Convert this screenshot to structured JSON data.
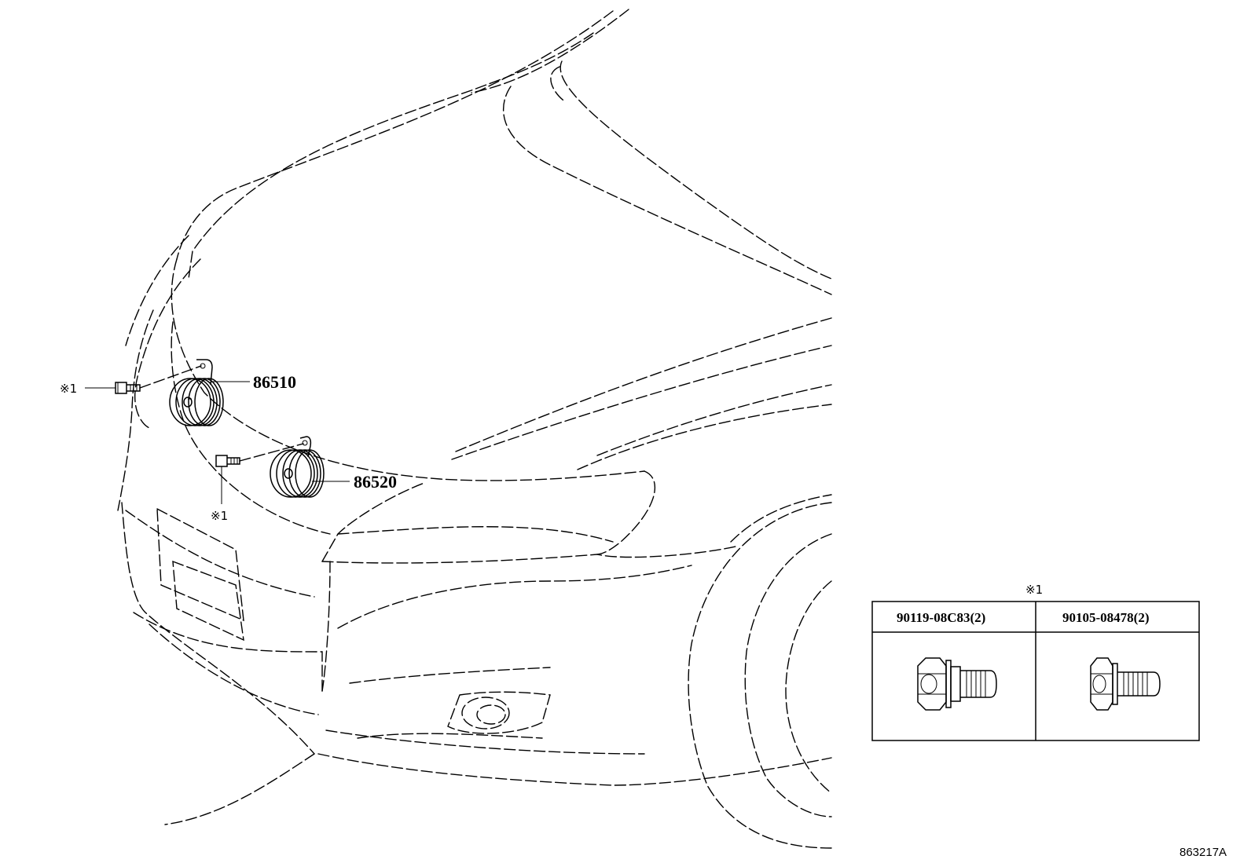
{
  "callouts": {
    "horn_high": "86510",
    "horn_low": "86520",
    "bolt_ref_upper": "※1",
    "bolt_ref_lower": "※1"
  },
  "fastener_table": {
    "ref_mark": "※1",
    "columns": [
      {
        "part_no": "90119-08C83(2)"
      },
      {
        "part_no": "90105-08478(2)"
      }
    ]
  },
  "diagram_code": "863217A"
}
